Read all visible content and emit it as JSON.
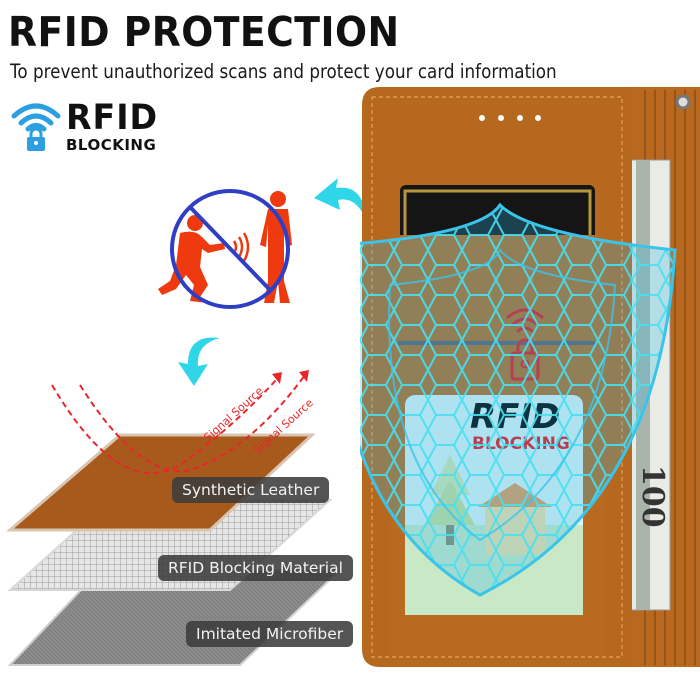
{
  "header": {
    "title": "RFID PROTECTION",
    "subtitle": "To prevent unauthorized scans and protect your card information"
  },
  "logo": {
    "line1": "RFID",
    "line2": "BLOCKING",
    "icon": "wifi-lock-icon",
    "color": "#2b9fe0"
  },
  "illustration": {
    "prohibition_icon": "no-skimming-icon",
    "figure_color": "#ef3a10",
    "circle_color": "#2f3fc4",
    "arrow_color": "#2fd6e8"
  },
  "signal": {
    "labels": [
      "Signal Source",
      "Signal Source"
    ],
    "color": "#e8262a"
  },
  "layers": [
    {
      "label": "Synthetic Leather",
      "color": "#a85a1c"
    },
    {
      "label": "RFID Blocking Material",
      "color": "#d9d9d9"
    },
    {
      "label": "Imitated Microfiber",
      "color": "#8a8a8a"
    }
  ],
  "wallet": {
    "leather_color": "#b7681f",
    "shield_color": "#2fb8e6",
    "card_badge": {
      "line1": "RFID",
      "line2": "BLOCKING",
      "icon": "wifi-lock-icon",
      "color": "#e8141b"
    },
    "bill_text": "100"
  }
}
